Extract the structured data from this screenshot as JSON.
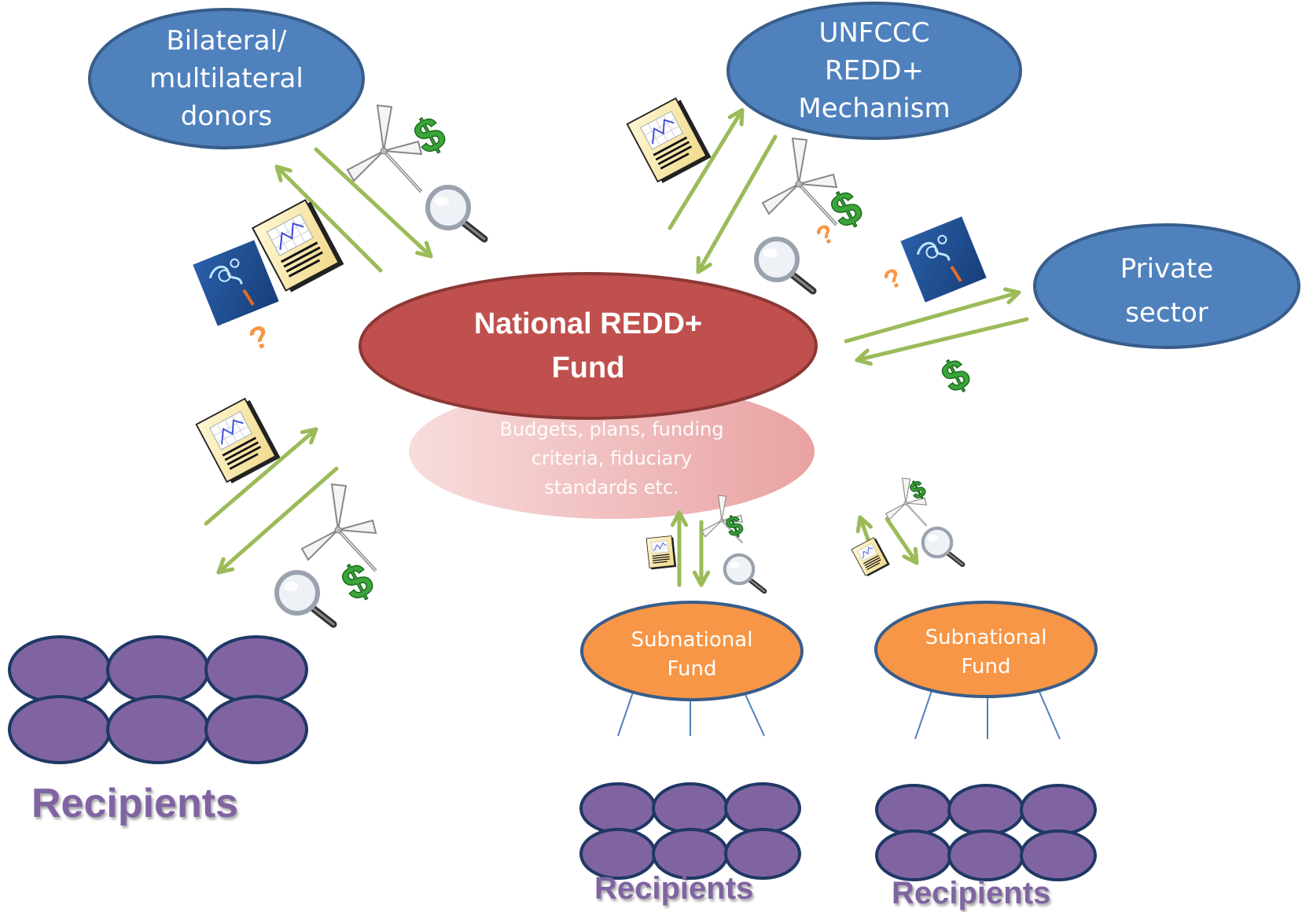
{
  "nodes": {
    "donors": "Bilateral/ multilateral donors",
    "donors_lines": [
      "Bilateral/",
      "multilateral",
      "donors"
    ],
    "unfccc_lines": [
      "UNFCCC",
      "REDD+",
      "Mechanism"
    ],
    "private_lines": [
      "Private",
      "sector"
    ],
    "national_lines": [
      "National REDD+",
      "Fund"
    ],
    "national_sub_lines": [
      "Budgets, plans,  funding",
      "criteria, fiduciary",
      "standards etc."
    ],
    "subnational_1_lines": [
      "Subnational",
      "Fund"
    ],
    "subnational_2_lines": [
      "Subnational",
      "Fund"
    ]
  },
  "recipients": {
    "left": "Recipients",
    "middle": "Recipients",
    "right": "Recipients"
  },
  "icons": {
    "dollar": "$",
    "question": "?"
  },
  "colors": {
    "blue_node": "#4f81bd",
    "blue_border": "#385d8a",
    "red_node": "#c0504d",
    "red_border": "#8c3836",
    "orange_node": "#f79646",
    "orange_border": "#385d8a",
    "purple_node": "#8064a2",
    "purple_border": "#1f3864",
    "arrow": "#9bbb59",
    "connector": "#4f81bd",
    "dollar": "#3aa63a"
  }
}
